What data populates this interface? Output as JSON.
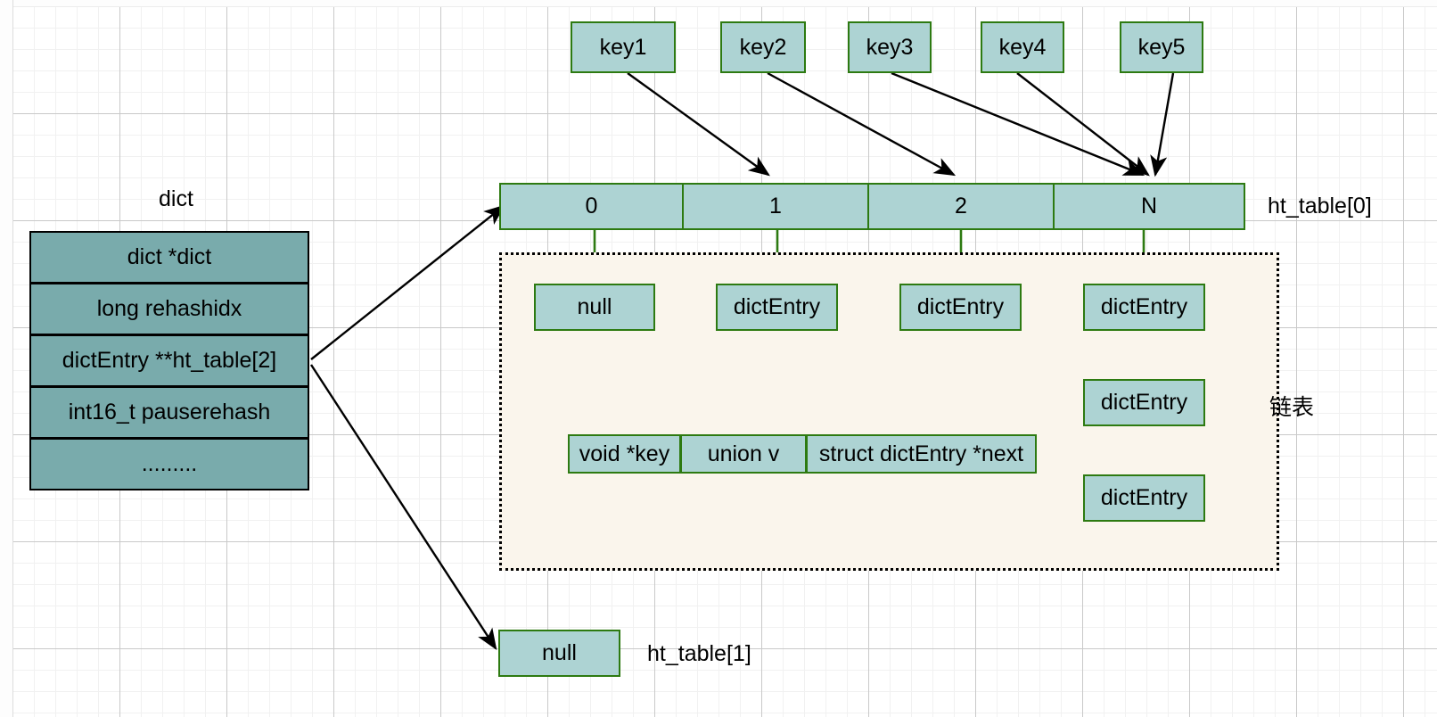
{
  "diagram": {
    "title_label": "dict",
    "keys": [
      {
        "label": "key1"
      },
      {
        "label": "key2"
      },
      {
        "label": "key3"
      },
      {
        "label": "key4"
      },
      {
        "label": "key5"
      }
    ],
    "dict_struct_rows": [
      {
        "label": "dict *dict"
      },
      {
        "label": "long rehashidx"
      },
      {
        "label": "dictEntry **ht_table[2]"
      },
      {
        "label": "int16_t pauserehash"
      },
      {
        "label": "........."
      }
    ],
    "hash_table_cells": [
      {
        "label": "0"
      },
      {
        "label": "1"
      },
      {
        "label": "2"
      },
      {
        "label": "N"
      }
    ],
    "bucket_heads": [
      {
        "label": "null"
      },
      {
        "label": "dictEntry"
      },
      {
        "label": "dictEntry"
      },
      {
        "label": "dictEntry"
      }
    ],
    "chain_nodes": [
      {
        "label": "dictEntry"
      },
      {
        "label": "dictEntry"
      }
    ],
    "dict_entry_fields": [
      {
        "label": "void *key"
      },
      {
        "label": "union v"
      },
      {
        "label": "struct dictEntry *next"
      }
    ],
    "ht_table0_label": "ht_table[0]",
    "ht_table1_label": "ht_table[1]",
    "ht_table1_null": "null",
    "chain_label": "链表",
    "colors": {
      "box_fill": "#add3d3",
      "box_border": "#2d7a11",
      "struct_fill": "#79abac",
      "struct_border": "#000000",
      "region_fill": "#faf5ec",
      "black_arrow": "#000000",
      "green_arrow": "#2d7a11"
    }
  }
}
